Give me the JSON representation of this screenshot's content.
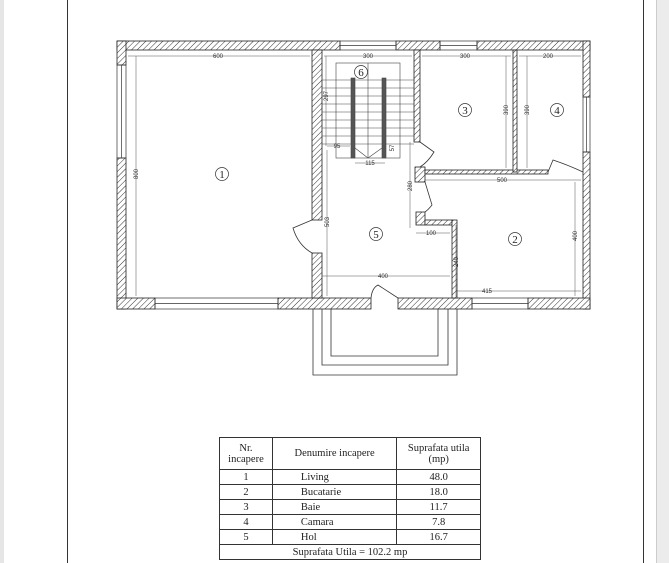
{
  "plan": {
    "room_markers": [
      "1",
      "2",
      "3",
      "4",
      "5",
      "6"
    ],
    "dimensions": {
      "living_width": "600",
      "stair_width": "300",
      "bath_width": "300",
      "pantry_width": "200",
      "living_height": "800",
      "stair_length": "297",
      "bath_height": "390",
      "pantry_height": "390",
      "landing_left": "95",
      "landing_depth": "57",
      "stair_gap": "115",
      "hall_door_wall": "280",
      "kitchen_top": "500",
      "hall_height": "503",
      "step_width": "100",
      "kitchen_left": "240",
      "kitchen_height": "400",
      "hall_width": "400",
      "kitchen_bottom": "415"
    }
  },
  "table": {
    "headers": [
      "Nr. incapere",
      "Denumire incapere",
      "Suprafata utila (mp)"
    ],
    "rows": [
      {
        "nr": "1",
        "name": "Living",
        "area": "48.0"
      },
      {
        "nr": "2",
        "name": "Bucatarie",
        "area": "18.0"
      },
      {
        "nr": "3",
        "name": "Baie",
        "area": "11.7"
      },
      {
        "nr": "4",
        "name": "Camara",
        "area": "7.8"
      },
      {
        "nr": "5",
        "name": "Hol",
        "area": "16.7"
      }
    ],
    "total": "Suprafata Utila = 102.2 mp"
  }
}
